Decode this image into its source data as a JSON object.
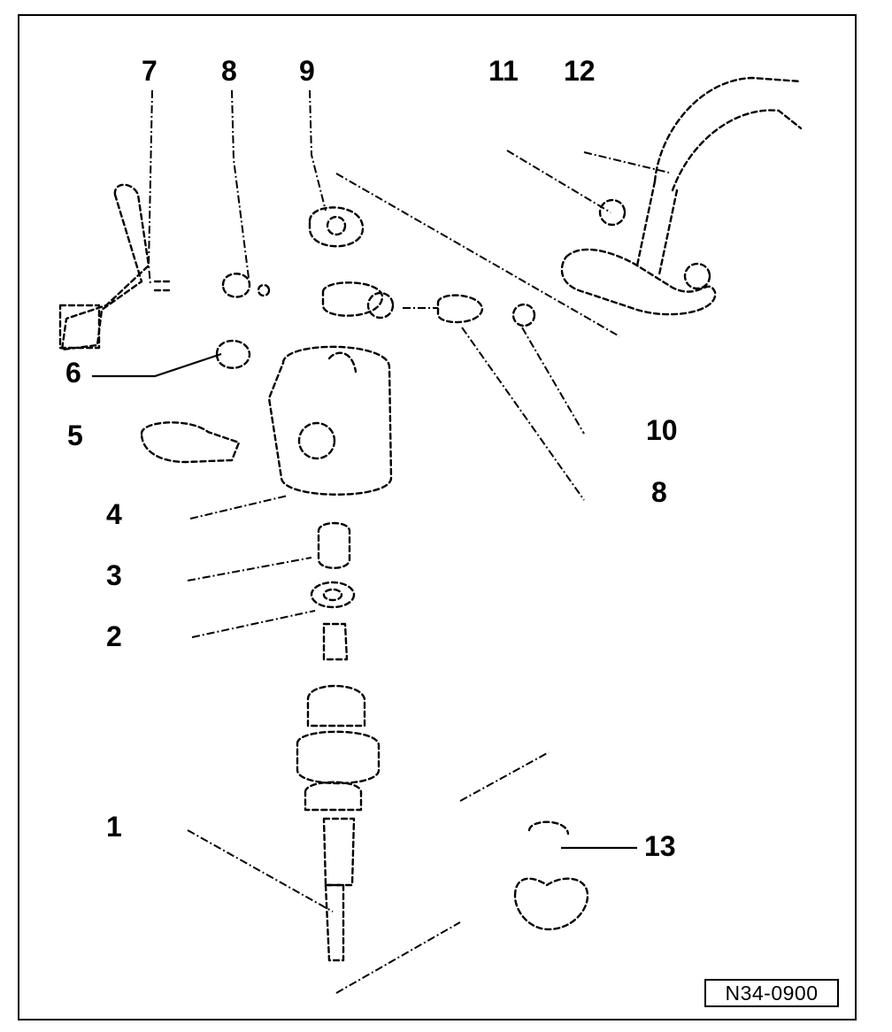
{
  "figure": {
    "reference_code": "N34-0900",
    "callouts": [
      {
        "id": "c1",
        "text": "1"
      },
      {
        "id": "c2",
        "text": "2"
      },
      {
        "id": "c3",
        "text": "3"
      },
      {
        "id": "c4",
        "text": "4"
      },
      {
        "id": "c5",
        "text": "5"
      },
      {
        "id": "c6",
        "text": "6"
      },
      {
        "id": "c7",
        "text": "7"
      },
      {
        "id": "c8a",
        "text": "8"
      },
      {
        "id": "c8b",
        "text": "8"
      },
      {
        "id": "c9",
        "text": "9"
      },
      {
        "id": "c10",
        "text": "10"
      },
      {
        "id": "c11",
        "text": "11"
      },
      {
        "id": "c12",
        "text": "12"
      },
      {
        "id": "c13",
        "text": "13"
      }
    ]
  }
}
